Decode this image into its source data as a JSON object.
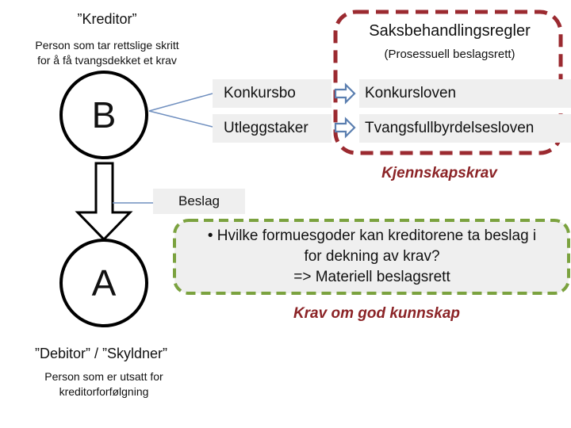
{
  "creditor": {
    "title": "”Kreditor”",
    "description_line1": "Person som tar rettslige skritt",
    "description_line2": "for å få tvangsdekket et krav",
    "circle_letter": "B"
  },
  "debtor": {
    "circle_letter": "A",
    "title": "”Debitor” / ”Skyldner”",
    "description_line1": "Person som er utsatt for",
    "description_line2": "kreditorforfølgning"
  },
  "procedure_rules": {
    "title": "Saksbehandlingsregler",
    "subtitle": "(Prosessuell beslagsrett)"
  },
  "rows": [
    {
      "left": "Konkursbo",
      "right": "Konkursloven"
    },
    {
      "left": "Utleggstaker",
      "right": "Tvangsfullbyrdelsesloven"
    }
  ],
  "knowledge_requirement": "Kjennskapskrav",
  "seizure": {
    "label": "Beslag",
    "bullet": "•",
    "question_line1": "Hvilke formuesgoder kan kreditorene ta beslag i",
    "question_line2": "for dekning av krav?",
    "question_line3": "=> Materiell beslagsrett"
  },
  "good_knowledge_requirement": "Krav om god kunnskap",
  "colors": {
    "red_dashed_border": "#9b2a30",
    "green_dashed_border": "#7ba23f",
    "blue_arrow": "#5b7fb0",
    "connector_line": "#6f8fbf",
    "italic_text_red": "#8b2326",
    "box_fill": "#efefef"
  }
}
